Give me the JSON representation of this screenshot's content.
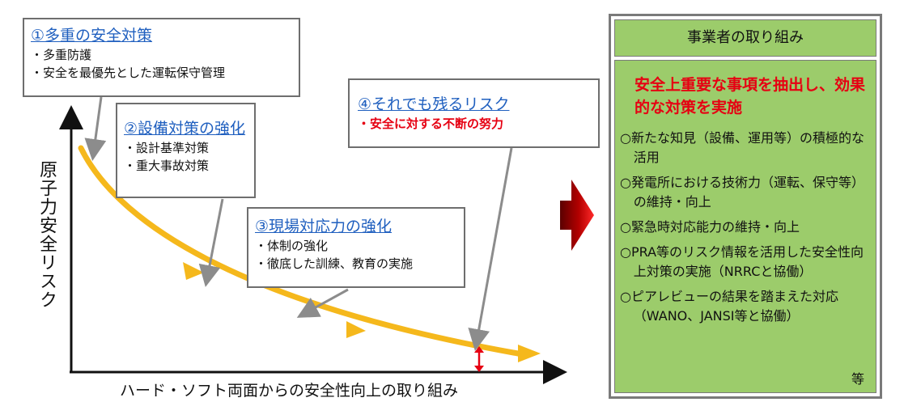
{
  "colors": {
    "title_link": "#1f5fbf",
    "accent_red": "#e60012",
    "curve": "#f5b81c",
    "panel_green": "#9ccc6b",
    "box_border": "#6e6e6e"
  },
  "axes": {
    "y_label": "原子力安全リスク",
    "x_label": "ハード・ソフト両面からの安全性向上の取り組み"
  },
  "boxes": [
    {
      "title": "①多重の安全対策",
      "items": [
        "・多重防護",
        "・安全を最優先とした運転保守管理"
      ]
    },
    {
      "title": "②設備対策の強化",
      "items": [
        "・設計基準対策",
        "・重大事故対策"
      ]
    },
    {
      "title": "③現場対応力の強化",
      "items": [
        "・体制の強化",
        "・徹底した訓練、教育の実施"
      ]
    },
    {
      "title": "④それでも残るリスク",
      "items": [
        "・安全に対する不断の努力"
      ]
    }
  ],
  "side_panel": {
    "header": "事業者の取り組み",
    "headline": "安全上重要な事項を抽出し、効果的な対策を実施",
    "items": [
      "○新たな知見（設備、運用等）の積極的な活用",
      "○発電所における技術力（運転、保守等）の維持・向上",
      "○緊急時対応能力の維持・向上",
      "○PRA等のリスク情報を活用した安全性向上対策の実施（NRRCと協働）",
      "○ピアレビューの結果を踏まえた対応（WANO、JANSI等と協働）"
    ],
    "etc": "等"
  },
  "icons": [
    "big-arrow-right-icon",
    "double-arrow-icon",
    "axis-arrow-icon"
  ]
}
